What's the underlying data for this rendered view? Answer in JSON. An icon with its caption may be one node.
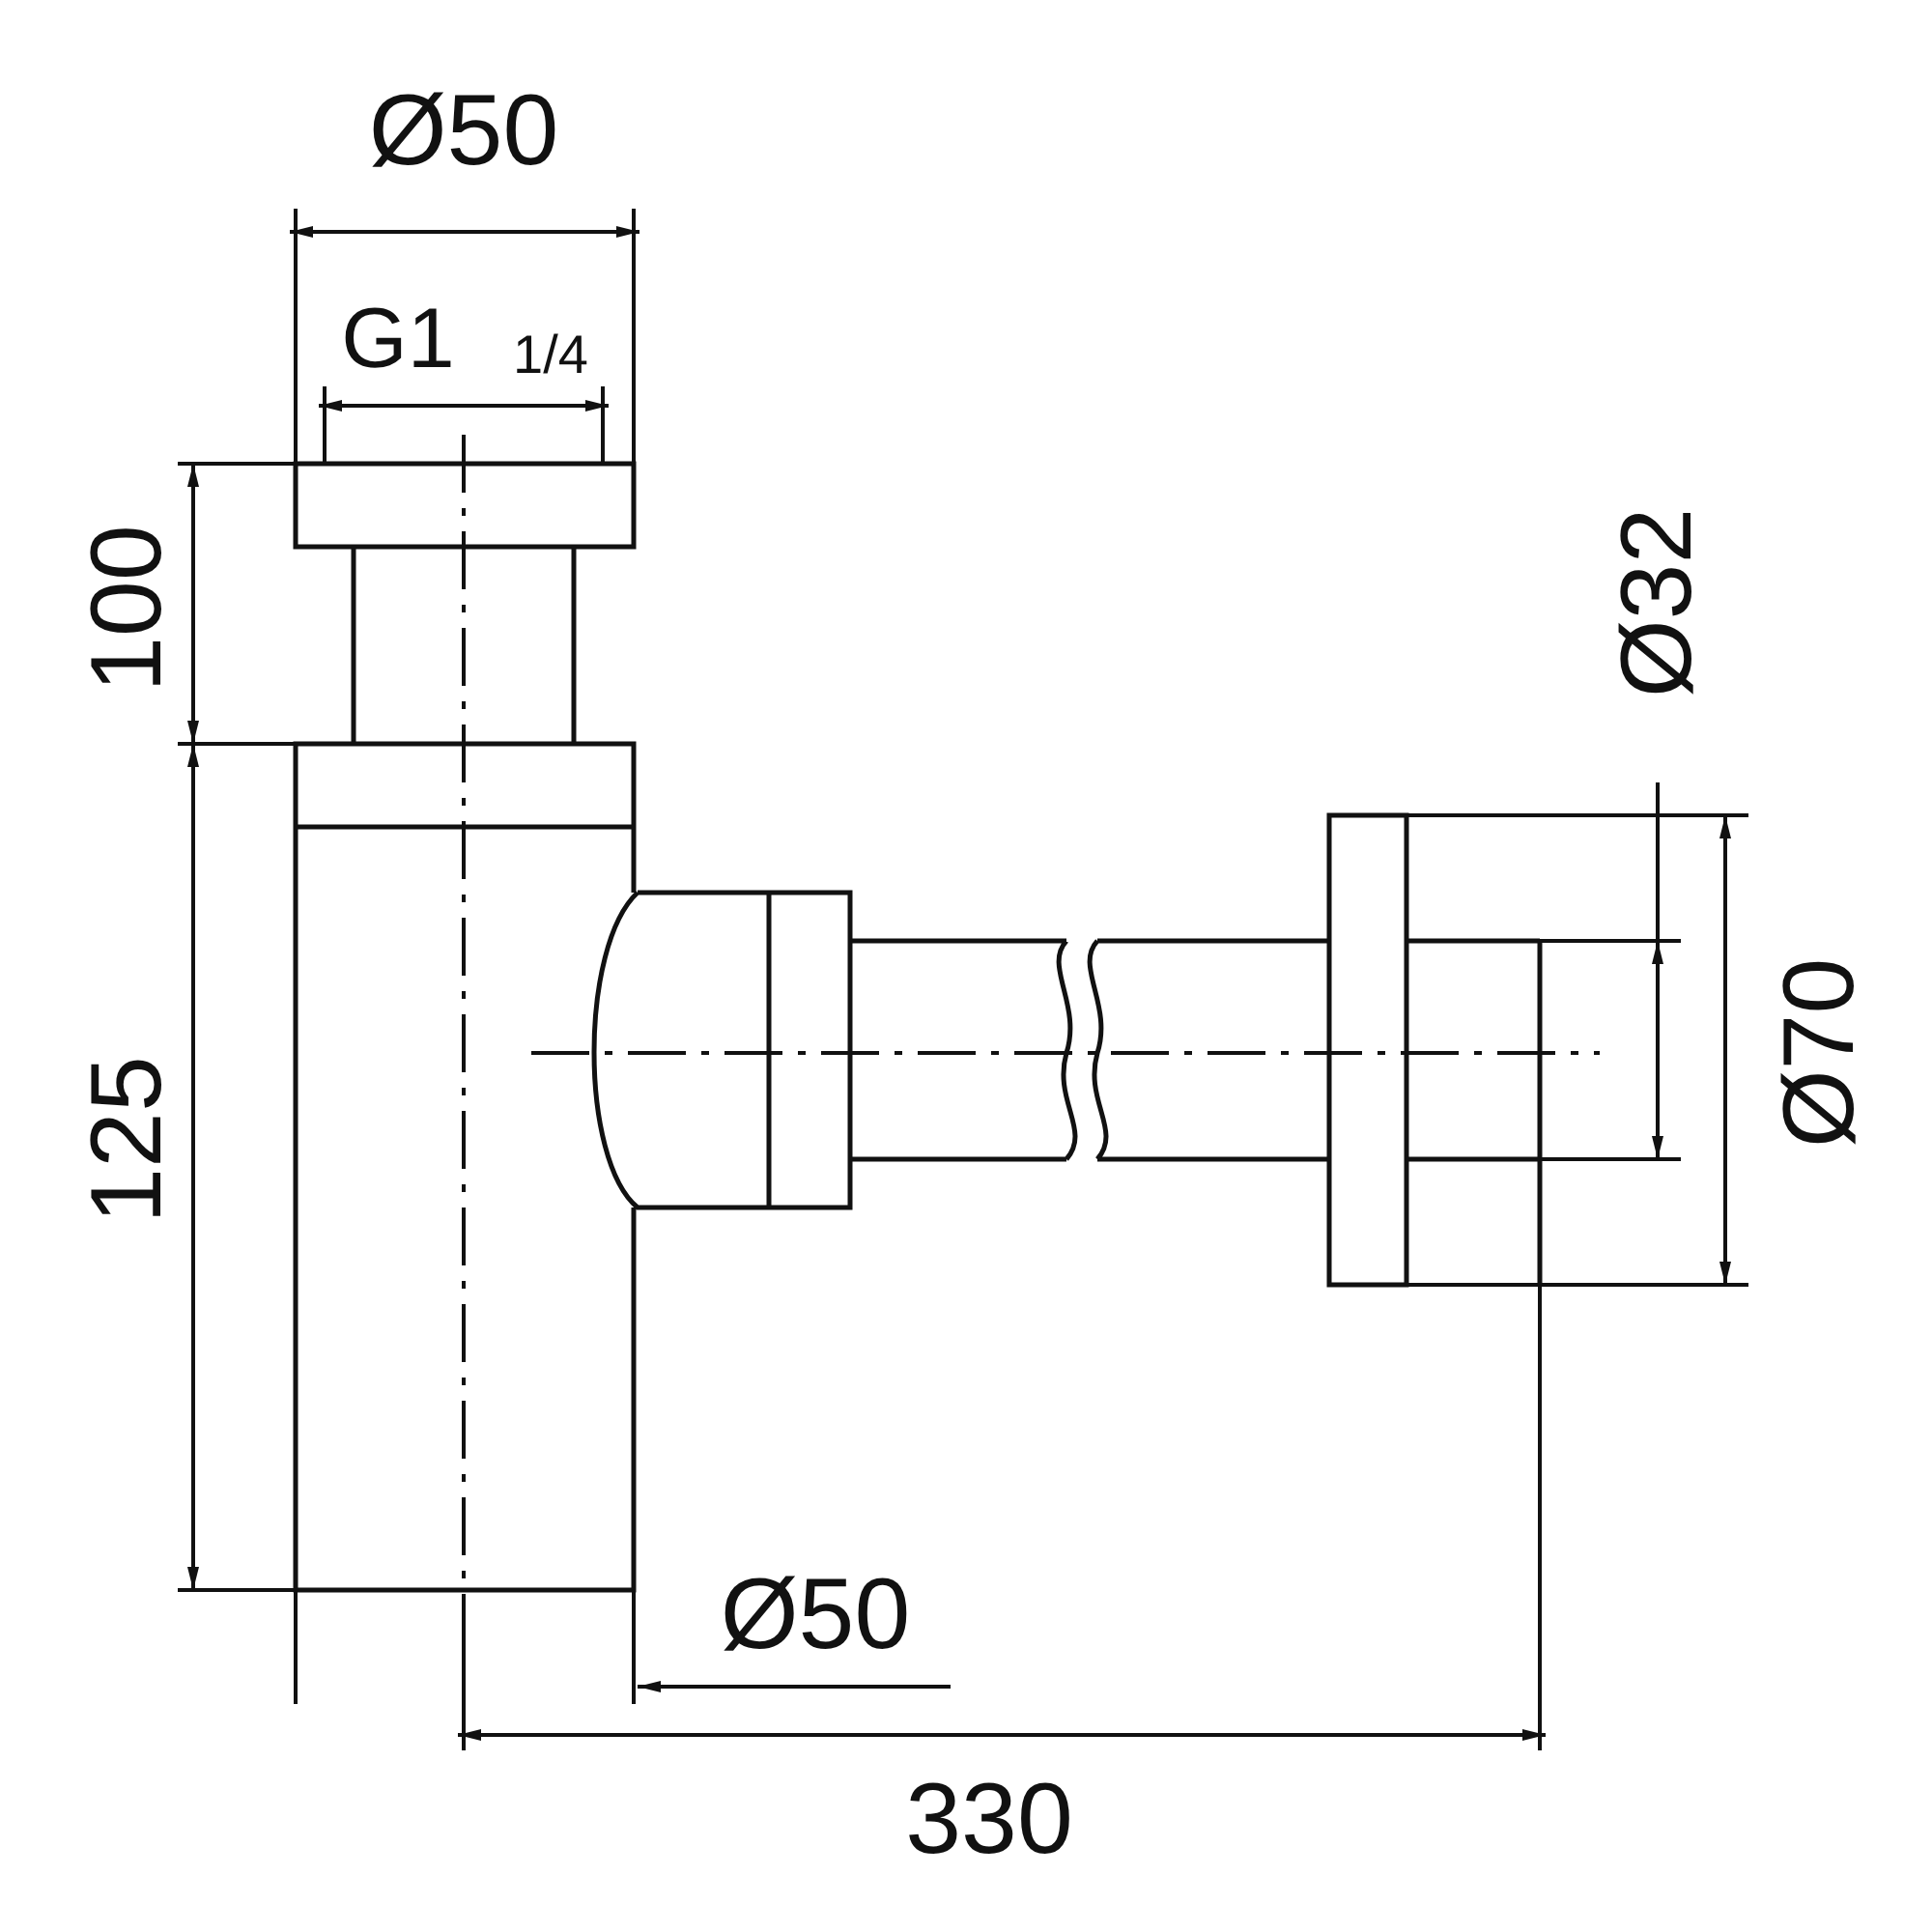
{
  "diagram": {
    "labels": [
      "Ø50",
      "G1",
      "1/4",
      "100",
      "125",
      "Ø32",
      "Ø70",
      "Ø50",
      "330"
    ]
  }
}
